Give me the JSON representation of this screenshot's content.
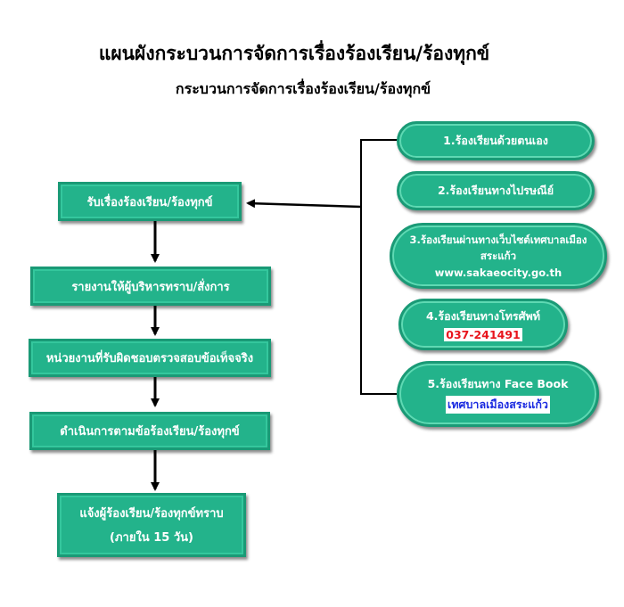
{
  "title": "แผนผังกระบวนการจัดการเรื่องร้องเรียน/ร้องทุกข์",
  "subtitle": "กระบวนการจัดการเรื่องร้องเรียน/ร้องทุกข์",
  "flow": [
    {
      "text": "รับเรื่องร้องเรียน/ร้องทุกข์"
    },
    {
      "text": "รายงานให้ผู้บริหารทราบ/สั่งการ"
    },
    {
      "text": "หน่วยงานที่รับผิดชอบตรวจสอบข้อเท็จจริง"
    },
    {
      "text": "ดำเนินการตามข้อร้องเรียน/ร้องทุกข์"
    },
    {
      "text": "แจ้งผู้ร้องเรียน/ร้องทุกข์ทราบ",
      "text2": "(ภายใน 15 วัน)"
    }
  ],
  "channels": [
    {
      "text": "1.ร้องเรียนด้วยตนเอง"
    },
    {
      "text": "2.ร้องเรียนทางไปรษณีย์"
    },
    {
      "text": "3.ร้องเรียนผ่านทางเว็บไซต์เทศบาลเมืองสระแก้ว",
      "sub": "www.sakaeocity.go.th"
    },
    {
      "text": "4.ร้องเรียนทางโทรศัพท์",
      "sub": "037-241491"
    },
    {
      "text": "5.ร้องเรียนทาง Face Book",
      "sub": "เทศบาลเมืองสระแก้ว"
    }
  ],
  "colors": {
    "box": "#23b38b",
    "phone": "#e8141c",
    "facebook": "#1a2ae0"
  }
}
